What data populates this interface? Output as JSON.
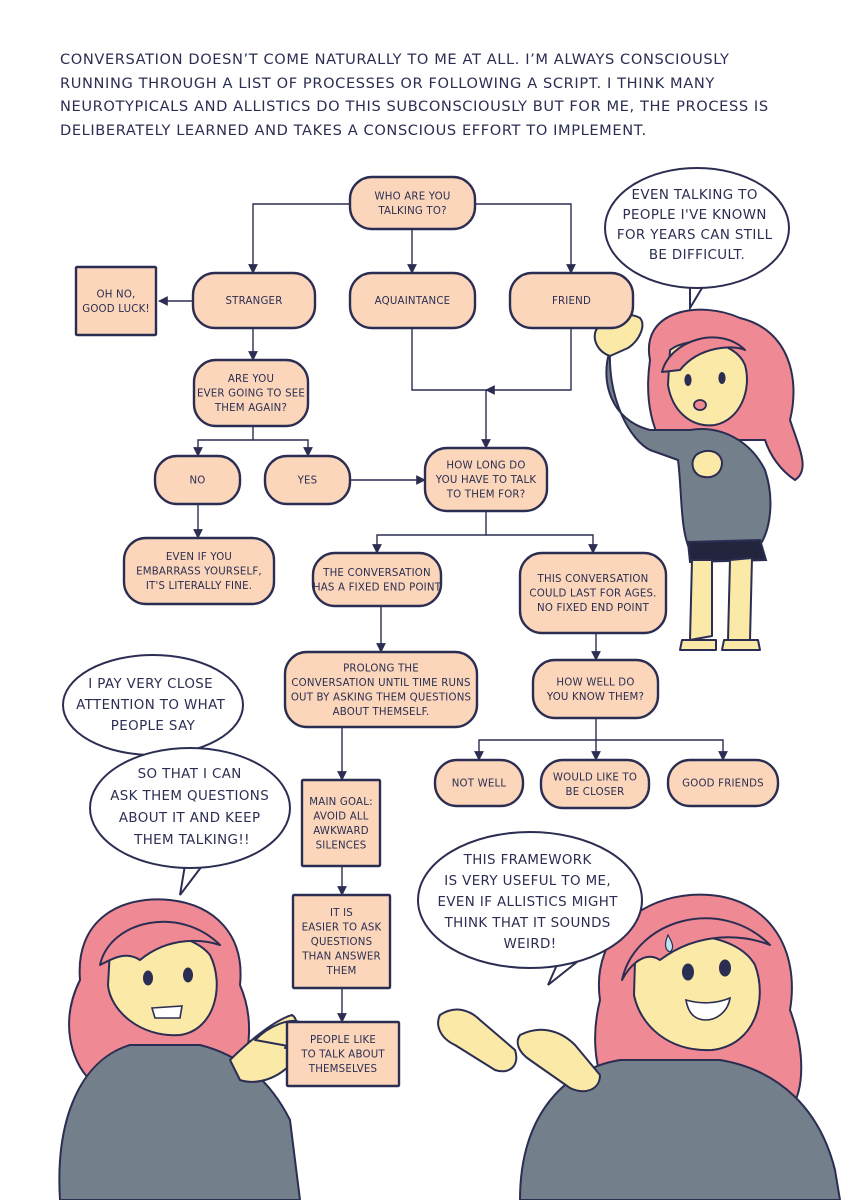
{
  "intro_text": "Conversation doesn’t come naturally to me at all. I’m always consciously running through a list of processes or following a script. I think many neurotypicals and allistics do this subconsciously but for me, the process is deliberately learned and takes a conscious effort to implement.",
  "colors": {
    "ink": "#2b2e52",
    "node_fill": "#fbd6ba",
    "hair": "#ef8a95",
    "skin": "#fbe9a8",
    "sweater": "#737f8a"
  },
  "flowchart": {
    "nodes": [
      {
        "id": "who",
        "shape": "rounded",
        "lines": [
          "WHO ARE YOU",
          "TALKING TO?"
        ]
      },
      {
        "id": "stranger",
        "shape": "rounded",
        "lines": [
          "STRANGER"
        ]
      },
      {
        "id": "aquaintance",
        "shape": "rounded",
        "lines": [
          "AQUAINTANCE"
        ]
      },
      {
        "id": "friend",
        "shape": "rounded",
        "lines": [
          "FRIEND"
        ]
      },
      {
        "id": "ohno",
        "shape": "rect",
        "lines": [
          "OH NO,",
          "GOOD LUCK!"
        ]
      },
      {
        "id": "seeagain",
        "shape": "rounded",
        "lines": [
          "ARE YOU",
          "EVER GOING TO SEE",
          "THEM AGAIN?"
        ]
      },
      {
        "id": "no",
        "shape": "rounded",
        "lines": [
          "NO"
        ]
      },
      {
        "id": "yes",
        "shape": "rounded",
        "lines": [
          "YES"
        ]
      },
      {
        "id": "embarrass",
        "shape": "rounded",
        "lines": [
          "EVEN IF YOU",
          "EMBARRASS YOURSELF,",
          "IT'S LITERALLY FINE."
        ]
      },
      {
        "id": "howlong",
        "shape": "rounded",
        "lines": [
          "HOW LONG DO",
          "YOU HAVE TO TALK",
          "TO THEM FOR?"
        ]
      },
      {
        "id": "fixed",
        "shape": "rounded",
        "lines": [
          "THE CONVERSATION",
          "HAS A FIXED END POINT"
        ]
      },
      {
        "id": "ages",
        "shape": "rounded",
        "lines": [
          "THIS CONVERSATION",
          "COULD LAST FOR AGES.",
          "NO FIXED END POINT"
        ]
      },
      {
        "id": "prolong",
        "shape": "rounded",
        "lines": [
          "PROLONG THE",
          "CONVERSATION UNTIL TIME RUNS",
          "OUT BY ASKING THEM QUESTIONS",
          "ABOUT THEMSELF."
        ]
      },
      {
        "id": "howwell",
        "shape": "rounded",
        "lines": [
          "HOW WELL DO",
          "YOU KNOW THEM?"
        ]
      },
      {
        "id": "notwell",
        "shape": "rounded",
        "lines": [
          "NOT WELL"
        ]
      },
      {
        "id": "closer",
        "shape": "rounded",
        "lines": [
          "WOULD LIKE TO",
          "BE CLOSER"
        ]
      },
      {
        "id": "goodfriends",
        "shape": "rounded",
        "lines": [
          "GOOD FRIENDS"
        ]
      },
      {
        "id": "goal",
        "shape": "rect",
        "lines": [
          "MAIN GOAL:",
          "AVOID ALL",
          "AWKWARD",
          "SILENCES"
        ]
      },
      {
        "id": "easier",
        "shape": "rect",
        "lines": [
          "IT IS",
          "EASIER TO ASK",
          "QUESTIONS",
          "THAN ANSWER",
          "THEM"
        ]
      },
      {
        "id": "peoplelike",
        "shape": "rect",
        "lines": [
          "PEOPLE LIKE",
          "TO TALK ABOUT",
          "THEMSELVES"
        ]
      }
    ],
    "edges": [
      [
        "who",
        "stranger"
      ],
      [
        "who",
        "aquaintance"
      ],
      [
        "who",
        "friend"
      ],
      [
        "stranger",
        "ohno"
      ],
      [
        "stranger",
        "seeagain"
      ],
      [
        "seeagain",
        "no"
      ],
      [
        "seeagain",
        "yes"
      ],
      [
        "no",
        "embarrass"
      ],
      [
        "yes",
        "howlong"
      ],
      [
        "aquaintance",
        "howlong"
      ],
      [
        "friend",
        "howlong"
      ],
      [
        "howlong",
        "fixed"
      ],
      [
        "howlong",
        "ages"
      ],
      [
        "fixed",
        "prolong"
      ],
      [
        "ages",
        "howwell"
      ],
      [
        "howwell",
        "notwell"
      ],
      [
        "howwell",
        "closer"
      ],
      [
        "howwell",
        "goodfriends"
      ],
      [
        "prolong",
        "goal"
      ],
      [
        "goal",
        "easier"
      ],
      [
        "easier",
        "peoplelike"
      ]
    ]
  },
  "bubbles": [
    {
      "id": "b1",
      "lines": [
        "EVEN TALKING TO",
        "PEOPLE I'VE KNOWN",
        "FOR YEARS CAN STILL",
        "BE DIFFICULT."
      ]
    },
    {
      "id": "b2",
      "lines": [
        "I PAY VERY CLOSE",
        "ATTENTION TO WHAT",
        "PEOPLE SAY"
      ]
    },
    {
      "id": "b3",
      "lines": [
        "SO THAT I CAN",
        "ASK THEM QUESTIONS",
        "ABOUT IT AND KEEP",
        "THEM TALKING!!"
      ]
    },
    {
      "id": "b4",
      "lines": [
        "THIS FRAMEWORK",
        "IS VERY USEFUL TO ME,",
        "EVEN IF ALLISTICS MIGHT",
        "THINK THAT IT SOUNDS",
        "WEIRD!"
      ]
    }
  ]
}
